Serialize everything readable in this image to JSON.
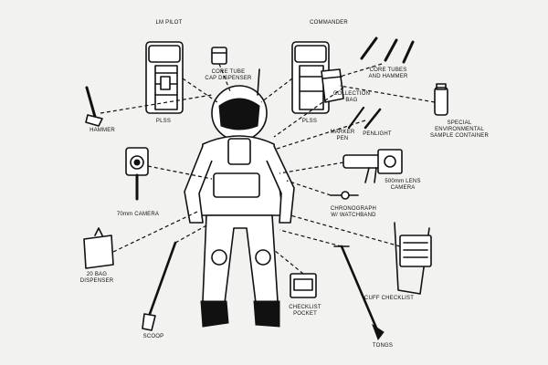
{
  "labels": {
    "lm_pilot": "LM PILOT",
    "commander": "COMMANDER",
    "core_tube_cap_dispenser": "CORE TUBE\nCAP DISPENSER",
    "plss_left": "PLSS",
    "plss_right": "PLSS",
    "hammer": "HAMMER",
    "core_tubes_and_hammer": "CORE TUBES\nAND HAMMER",
    "collection_bag": "COLLECTION\nBAG",
    "special_env_container": "SPECIAL ENVIRONMENTAL\nSAMPLE CONTAINER",
    "marker_pen": "MARKER\nPEN",
    "penlight": "PENLIGHT",
    "camera_500mm": "500mm LENS\nCAMERA",
    "camera_70mm": "70mm CAMERA",
    "chronograph": "CHRONOGRAPH\nW/ WATCHBAND",
    "bag_dispenser": "20 BAG\nDISPENSER",
    "cuff_checklist": "CUFF CHECKLIST",
    "checklist_pocket": "CHECKLIST\nPOCKET",
    "scoop": "SCOOP",
    "tongs": "TONGS"
  }
}
